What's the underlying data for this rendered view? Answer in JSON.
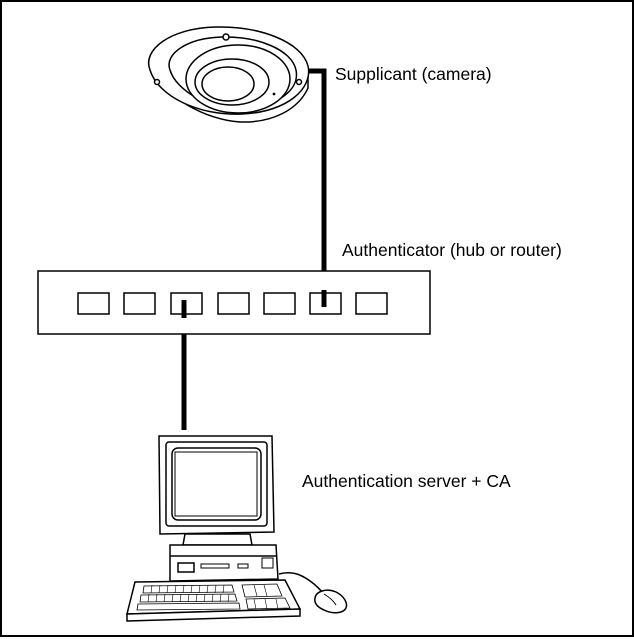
{
  "diagram": {
    "labels": {
      "supplicant": "Supplicant (camera)",
      "authenticator": "Authenticator (hub or router)",
      "server": "Authentication server + CA"
    },
    "hub_port_count": 7,
    "camera_port_index": 6,
    "server_port_index": 3
  }
}
